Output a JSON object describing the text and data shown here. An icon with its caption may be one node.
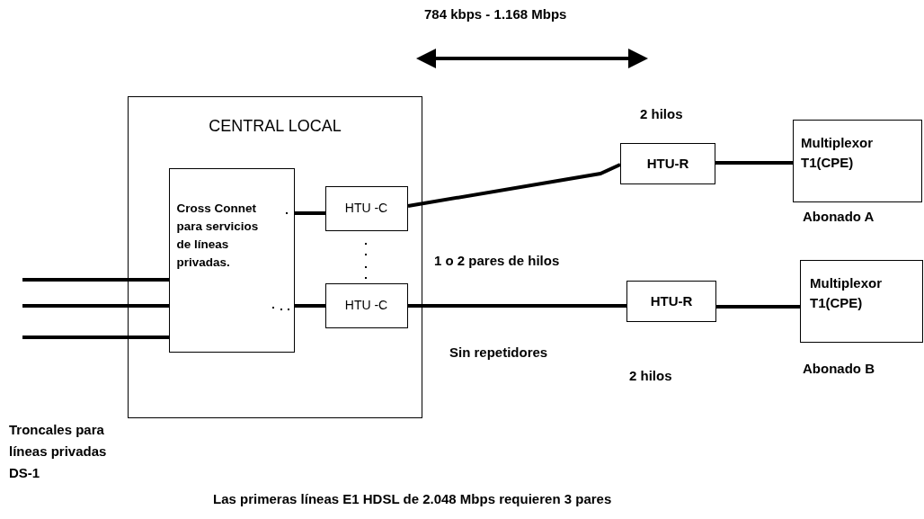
{
  "diagram": {
    "nodes": [
      {
        "text": [
          "CENTRAL LOCAL"
        ]
      },
      {
        "text": [
          "Cross Connet para servicios de líneas privadas."
        ],
        "in": 0
      },
      {
        "text": [
          "HTU -C"
        ],
        "in": 0
      },
      {
        "text": [
          "HTU -C"
        ],
        "in": 0
      },
      {
        "text": [
          "HTU-R"
        ]
      },
      {
        "text": [
          "Multiplexor T1(CPE)"
        ],
        "beside": [
          "Abonado A"
        ]
      },
      {
        "text": [
          "HTU-R"
        ]
      },
      {
        "text": [
          "Multiplexor T1(CPE)"
        ],
        "beside": [
          "Abonado B"
        ]
      }
    ],
    "edges": [
      {
        "from": 1,
        "to": 2,
        "arrow": "none"
      },
      {
        "from": 1,
        "to": 3,
        "arrow": "none"
      },
      {
        "from": 2,
        "to": 4,
        "arrow": "none"
      },
      {
        "from": 4,
        "to": 5,
        "arrow": "none"
      },
      {
        "from": 3,
        "to": 6,
        "arrow": "none"
      },
      {
        "from": 6,
        "to": 7,
        "arrow": "none"
      },
      {
        "from": null,
        "to": 1,
        "arrow": "none"
      },
      {
        "from": null,
        "to": 1,
        "arrow": "none"
      },
      {
        "from": null,
        "to": 1,
        "arrow": "none"
      }
    ],
    "labels": [
      "784 kbps - 1.168 Mbps",
      "2 hilos",
      "1 o 2 pares de hilos",
      "Sin repetidores",
      "2 hilos",
      "Troncales para líneas privadas DS-1",
      "Las primeras líneas E1 HDSL de 2.048 Mbps requieren 3 pares"
    ]
  }
}
